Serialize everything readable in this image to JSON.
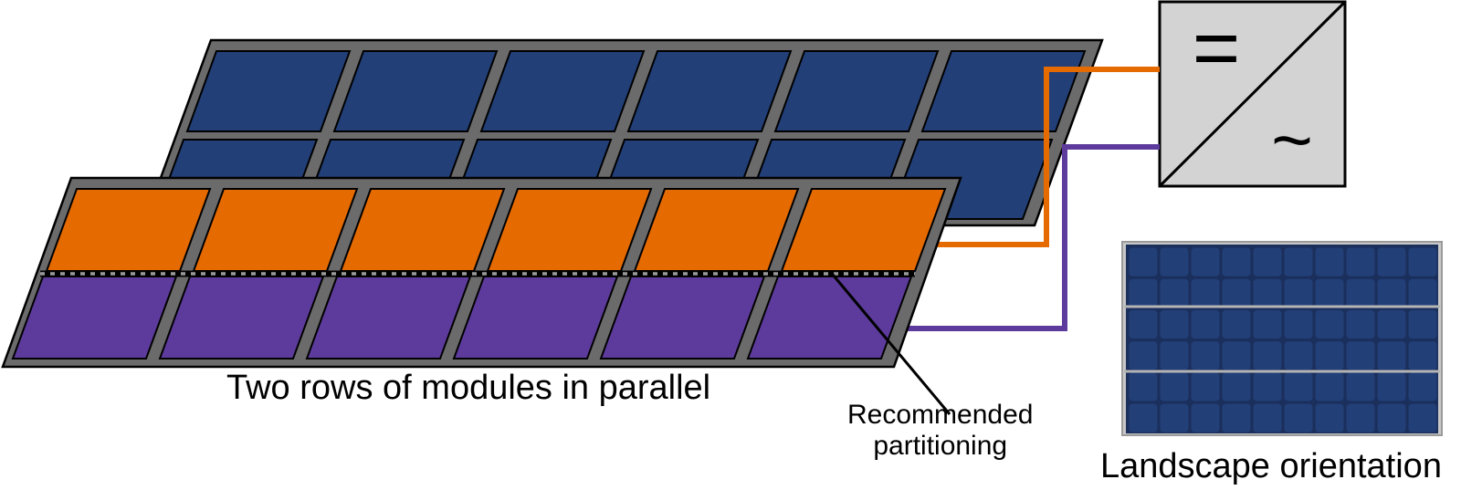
{
  "labels": {
    "two_rows": "Two rows of modules in parallel",
    "partition_line1": "Recommended",
    "partition_line2": "partitioning",
    "landscape": "Landscape orientation"
  },
  "inverter": {
    "dc_symbol": "=",
    "ac_symbol": "~"
  },
  "colors": {
    "module_blue": "#223f78",
    "string_orange": "#e56a00",
    "string_purple": "#5d3b9c",
    "frame_gray": "#6b6b6b",
    "inverter_fill": "#d3d3d3"
  },
  "icons": [
    "dc-ac-inverter-icon",
    "solar-panel-icon"
  ]
}
